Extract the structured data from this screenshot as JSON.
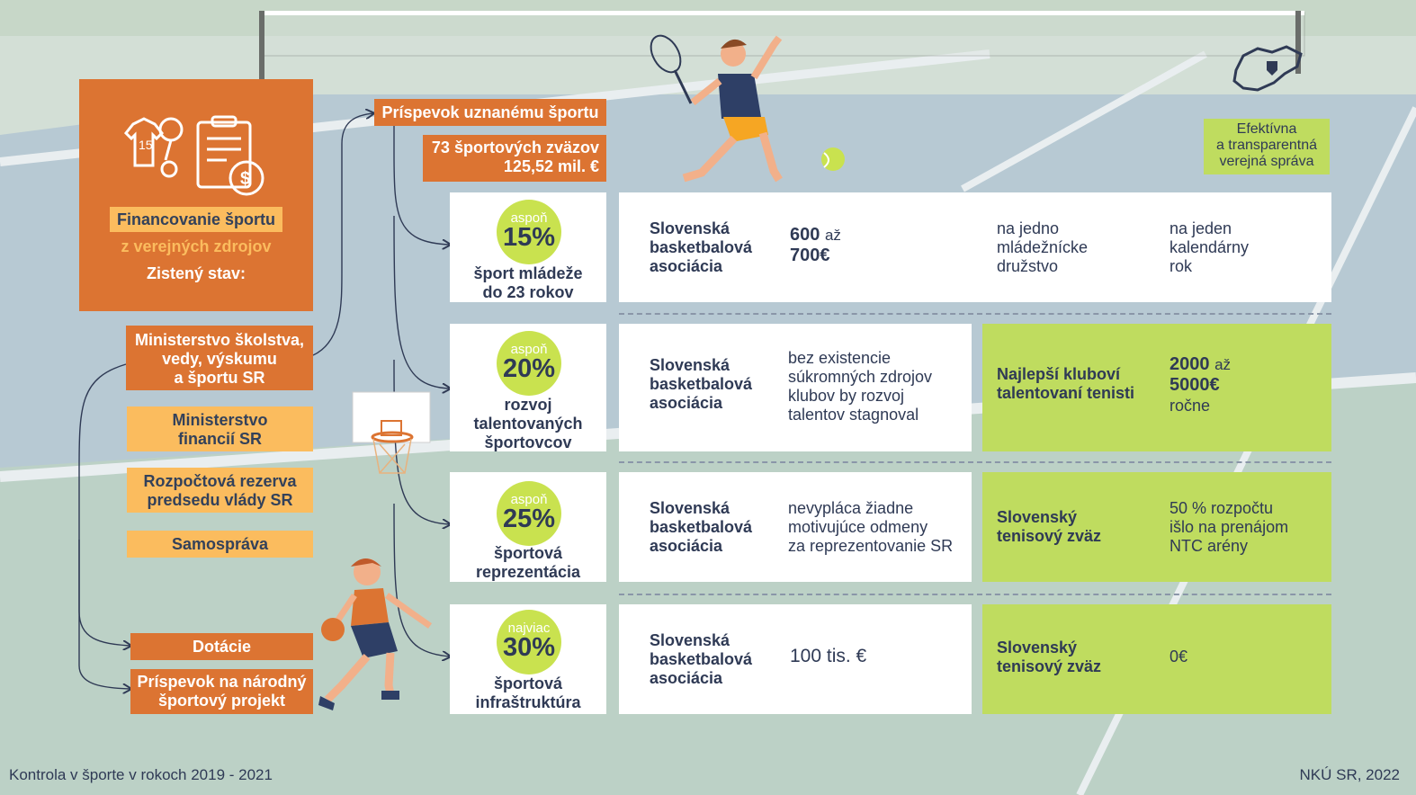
{
  "header_tag": "Príspevok uznanému športu",
  "stats": "73 športových zväzov\n125,52 mil. €",
  "main_box": {
    "line1": "Financovanie športu",
    "line2": "z verejných zdrojov",
    "line3": "Zistený stav:"
  },
  "efficiency": "Efektívna\na transparentná\nverejná správa",
  "sources": [
    {
      "label": "Ministerstvo školstva,\nvedy, výskumu\na športu SR"
    },
    {
      "label": "Ministerstvo\nfinancií SR"
    },
    {
      "label": "Rozpočtová rezerva\npredsedu vlády SR"
    },
    {
      "label": "Samospráva"
    }
  ],
  "grants": [
    {
      "label": "Dotácie"
    },
    {
      "label": "Príspevok na národný\nšportový projekt"
    }
  ],
  "rows": [
    {
      "qualifier": "aspoň",
      "percent": "15%",
      "title": "šport mládeže\ndo 23 rokov",
      "org": "Slovenská\nbasketbalová\nasociácia",
      "amount_a": "600",
      "amount_conn": "až",
      "amount_b": "700€",
      "per": "na jedno\nmládežnícke\ndružstvo",
      "period": "na jeden\nkalendárny\nrok"
    },
    {
      "qualifier": "aspoň",
      "percent": "20%",
      "title": "rozvoj\ntalentovaných\nšportovcov",
      "org": "Slovenská\nbasketbalová\nasociácia",
      "note": "bez existencie\nsúkromných zdrojov\nklubov by rozvoj\ntalentov stagnoval",
      "lime_org": "Najlepší kluboví\ntalentovaní tenisti",
      "lime_a": "2000",
      "lime_conn": "až",
      "lime_b": "5000€",
      "lime_c": "ročne"
    },
    {
      "qualifier": "aspoň",
      "percent": "25%",
      "title": "športová\nreprezentácia",
      "org": "Slovenská\nbasketbalová\nasociácia",
      "note": "nevypláca žiadne\nmotivujúce odmeny\nza reprezentovanie SR",
      "lime_org": "Slovenský\ntenisový zväz",
      "lime_note": "50 % rozpočtu\nišlo na prenájom\nNTC arény"
    },
    {
      "qualifier": "najviac",
      "percent": "30%",
      "title": "športová\ninfraštruktúra",
      "org": "Slovenská\nbasketbalová\nasociácia",
      "note": "100 tis. €",
      "lime_org": "Slovenský\ntenisový zväz",
      "lime_note": "0€"
    }
  ],
  "footer": {
    "left": "Kontrola v športe v rokoch 2019 - 2021",
    "right": "NKÚ SR, 2022"
  },
  "colors": {
    "orange": "#dc7432",
    "yellow": "#fbbc5e",
    "lime": "#bfdc5f",
    "navy": "#2f3a55"
  }
}
